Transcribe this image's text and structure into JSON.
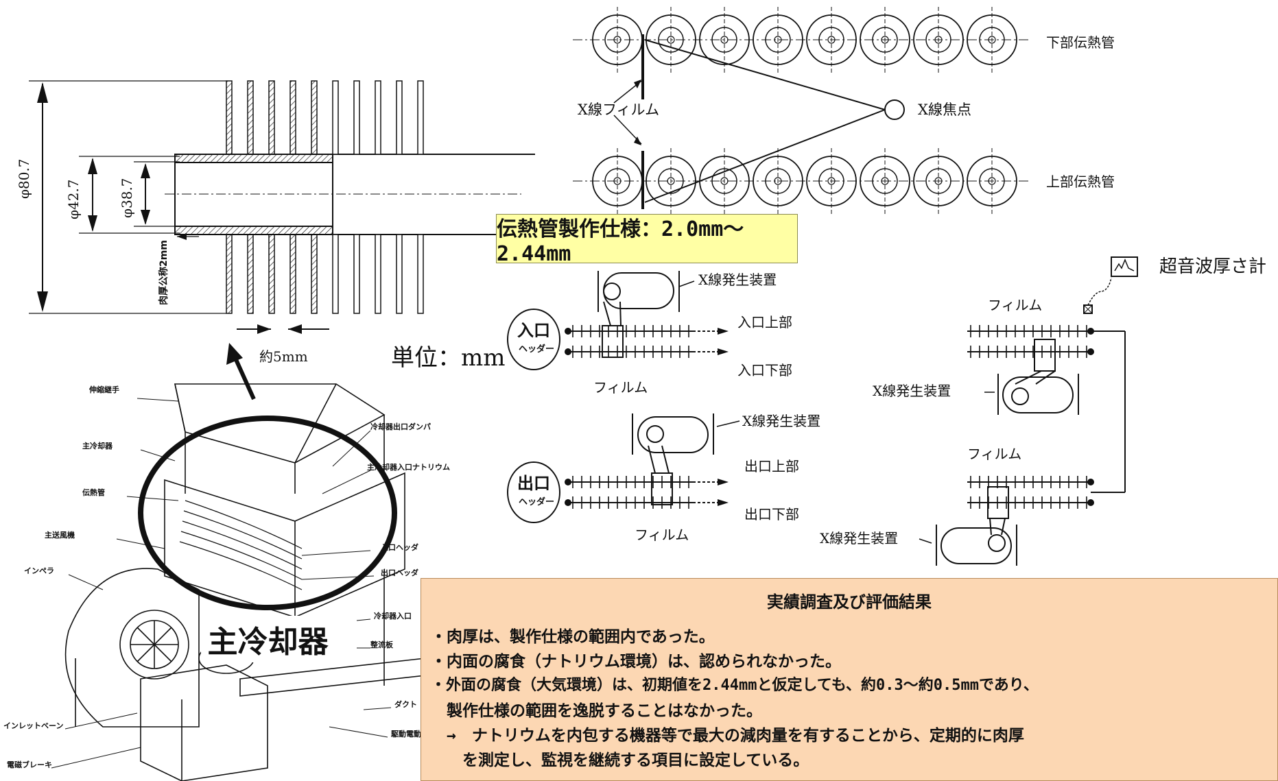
{
  "fin_tube": {
    "dim_outer": "φ80.7",
    "dim_od": "φ42.7",
    "dim_id": "φ38.7",
    "wall_label": "肉厚公称2mm",
    "pitch_label": "約5mm",
    "unit_label": "単位：mm"
  },
  "xray_top": {
    "lower_tubes_label": "下部伝熱管",
    "upper_tubes_label": "上部伝熱管",
    "film_label": "X線フィルム",
    "focus_label": "X線焦点"
  },
  "spec_banner": "伝熱管製作仕様：2.0mm～2.44mm",
  "inspection": {
    "ut_gauge_label": "超音波厚さ計",
    "xray_gen_label": "X線発生装置",
    "film_label": "フィルム",
    "inlet_header": "入口",
    "outlet_header": "出口",
    "header_suffix": "ヘッダー",
    "inlet_upper": "入口上部",
    "inlet_lower": "入口下部",
    "outlet_upper": "出口上部",
    "outlet_lower": "出口下部"
  },
  "cooler": {
    "main_label": "主冷却器",
    "callouts": [
      "伸縮継手",
      "主冷却器",
      "伝熱管",
      "主送風機",
      "インペラ",
      "冷却器出口ダンパ",
      "主冷却器入口ナトリウム",
      "入口ヘッダ",
      "出口ヘッダ",
      "冷却器入口",
      "整流板",
      "ダクト",
      "駆動電動機",
      "インレットベーン",
      "電磁ブレーキ"
    ]
  },
  "results": {
    "title": "実績調査及び評価結果",
    "lines": [
      "・肉厚は、製作仕様の範囲内であった。",
      "・内面の腐食（ナトリウム環境）は、認められなかった。",
      "・外面の腐食（大気環境）は、初期値を2.44mmと仮定しても、約0.3～約0.5mmであり、",
      "　製作仕様の範囲を逸脱することはなかった。",
      "　→　ナトリウムを内包する機器等で最大の減肉量を有することから、定期的に肉厚",
      "　　を測定し、監視を継続する項目に設定している。"
    ]
  }
}
